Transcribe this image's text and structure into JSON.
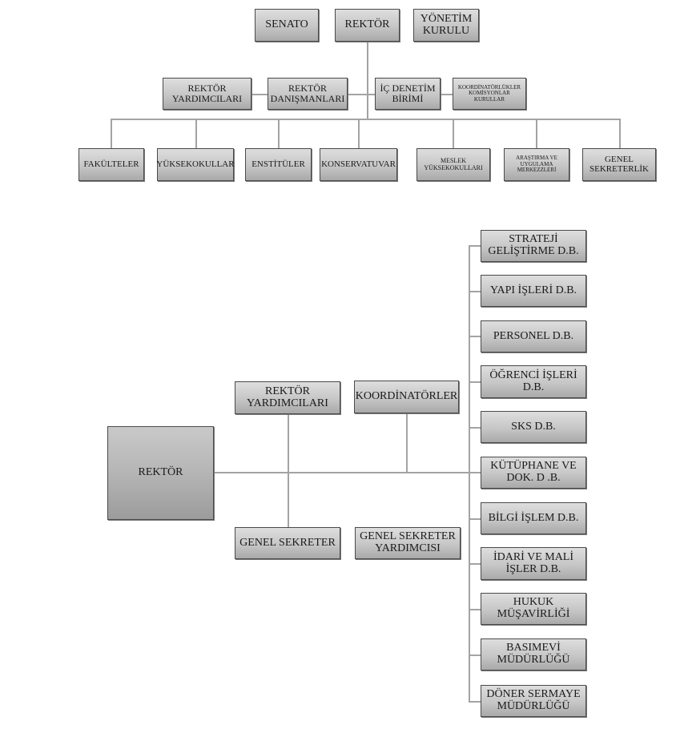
{
  "chart1": {
    "senato": "SENATO",
    "rektor": "REKTÖR",
    "yonetim_kurulu": "YÖNETİM\nKURULU",
    "rektor_yardimcilari": "REKTÖR\nYARDIMCILARI",
    "rektor_danismanlari": "REKTÖR\nDANIŞMANLARI",
    "ic_denetim": "İÇ DENETİM\nBİRİMİ",
    "koordinatorlukler": "KOORDİNATÖRLÜKLER\nKOMİSYONLAR\nKURULLAR",
    "units": [
      "FAKÜLTELER",
      "YÜKSEKOKULLAR",
      "ENSTİTÜLER",
      "KONSERVATUVAR",
      "MESLEK\nYÜKSEKOKULLARI",
      "ARAŞTIRMA VE\nUYGULAMA\nMERKEZZLERİ",
      "GENEL\nSEKRETERLİK"
    ]
  },
  "chart2": {
    "rektor": "REKTÖR",
    "rektor_yardimcilari": "REKTÖR\nYARDIMCILARI",
    "koordinatorler": "KOORDİNATÖRLER",
    "genel_sekreter": "GENEL SEKRETER",
    "genel_sekreter_yardimcisi": "GENEL SEKRETER\nYARDIMCISI",
    "departments": [
      "STRATEJİ\nGELİŞTİRME D.B.",
      "YAPI İŞLERİ D.B.",
      "PERSONEL  D.B.",
      "ÖĞRENCİ İŞLERİ\nD.B.",
      "SKS D.B.",
      "KÜTÜPHANE VE\nDOK. D .B.",
      "BİLGİ İŞLEM D.B.",
      "İDARİ VE MALİ\nİŞLER D.B.",
      "HUKUK\nMÜŞAVİRLİĞİ",
      "BASIMEVİ\nMÜDÜRLÜĞÜ",
      "DÖNER SERMAYE\nMÜDÜRLÜĞÜ"
    ]
  }
}
